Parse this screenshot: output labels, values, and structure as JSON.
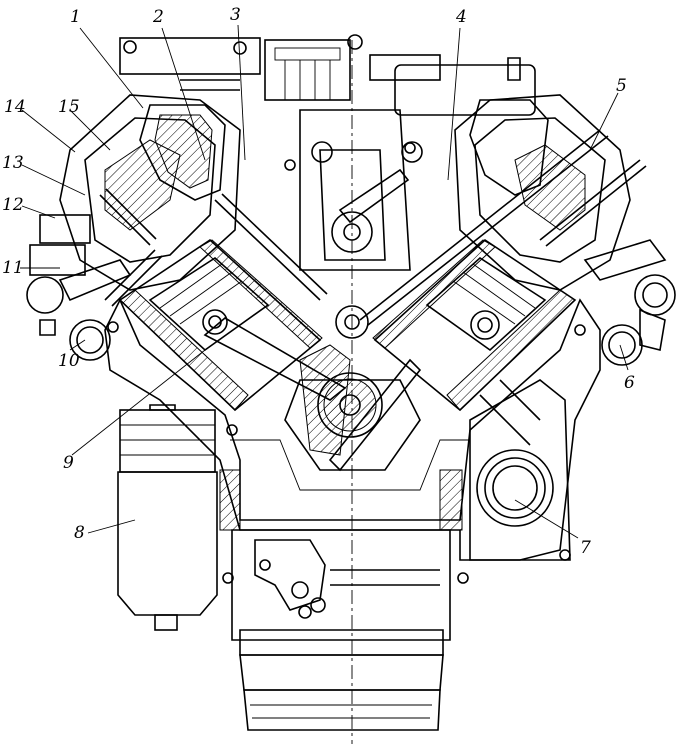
{
  "callouts": [
    {
      "id": "1",
      "label": "1"
    },
    {
      "id": "2",
      "label": "2"
    },
    {
      "id": "3",
      "label": "3"
    },
    {
      "id": "4",
      "label": "4"
    },
    {
      "id": "5",
      "label": "5"
    },
    {
      "id": "6",
      "label": "6"
    },
    {
      "id": "7",
      "label": "7"
    },
    {
      "id": "8",
      "label": "8"
    },
    {
      "id": "9",
      "label": "9"
    },
    {
      "id": "10",
      "label": "10"
    },
    {
      "id": "11",
      "label": "11"
    },
    {
      "id": "12",
      "label": "12"
    },
    {
      "id": "13",
      "label": "13"
    },
    {
      "id": "14",
      "label": "14"
    },
    {
      "id": "15",
      "label": "15"
    }
  ],
  "colors": {
    "ink": "#000000",
    "paper": "#ffffff"
  }
}
